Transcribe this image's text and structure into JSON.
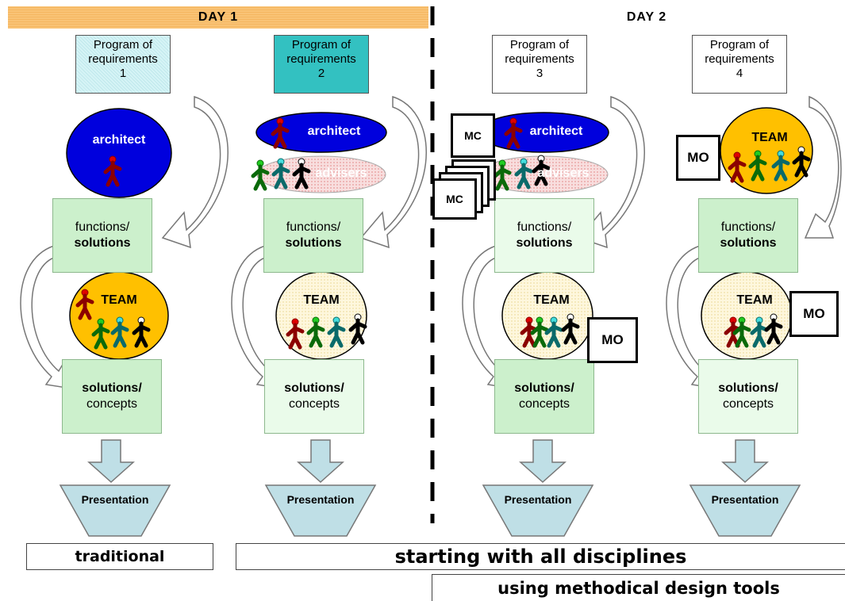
{
  "days": {
    "day1": "DAY 1",
    "day2": "DAY 2"
  },
  "columns": [
    {
      "req_title": "Program of requirements",
      "req_num": "1",
      "top_ellipse": "architect",
      "functions_line1": "functions/",
      "functions_line2": "solutions",
      "team_label": "TEAM",
      "solutions_line1": "solutions/",
      "solutions_line2": "concepts",
      "presentation": "Presentation"
    },
    {
      "req_title": "Program of requirements",
      "req_num": "2",
      "top_ellipse": "architect",
      "advisers": "advisers",
      "functions_line1": "functions/",
      "functions_line2": "solutions",
      "team_label": "TEAM",
      "solutions_line1": "solutions/",
      "solutions_line2": "concepts",
      "presentation": "Presentation"
    },
    {
      "req_title": "Program of requirements",
      "req_num": "3",
      "top_ellipse": "architect",
      "advisers": "advisers",
      "mc_top": "MC",
      "mc_bottom": "MC",
      "functions_line1": "functions/",
      "functions_line2": "solutions",
      "team_label": "TEAM",
      "mo": "MO",
      "solutions_line1": "solutions/",
      "solutions_line2": "concepts",
      "presentation": "Presentation"
    },
    {
      "req_title": "Program of requirements",
      "req_num": "4",
      "top_team": "TEAM",
      "mo_top": "MO",
      "functions_line1": "functions/",
      "functions_line2": "solutions",
      "team_label": "TEAM",
      "mo": "MO",
      "solutions_line1": "solutions/",
      "solutions_line2": "concepts",
      "presentation": "Presentation"
    }
  ],
  "captions": {
    "traditional": "traditional",
    "all_disciplines": "starting with all disciplines",
    "methodical": "using methodical design tools"
  },
  "colors": {
    "day1_bar": "#f7c06e",
    "architect": "#0000dd",
    "team_yellow": "#ffc000",
    "team_cream": "#fdf3cc",
    "advisers_pink": "#f4c9c9",
    "req_teal": "#33c1c1",
    "req_light": "#d6f4f6",
    "box_green": "#ccf0cc",
    "box_lightgreen": "#eafbea",
    "presentation": "#bfe0e6",
    "arrow": "#bfdfe6"
  }
}
